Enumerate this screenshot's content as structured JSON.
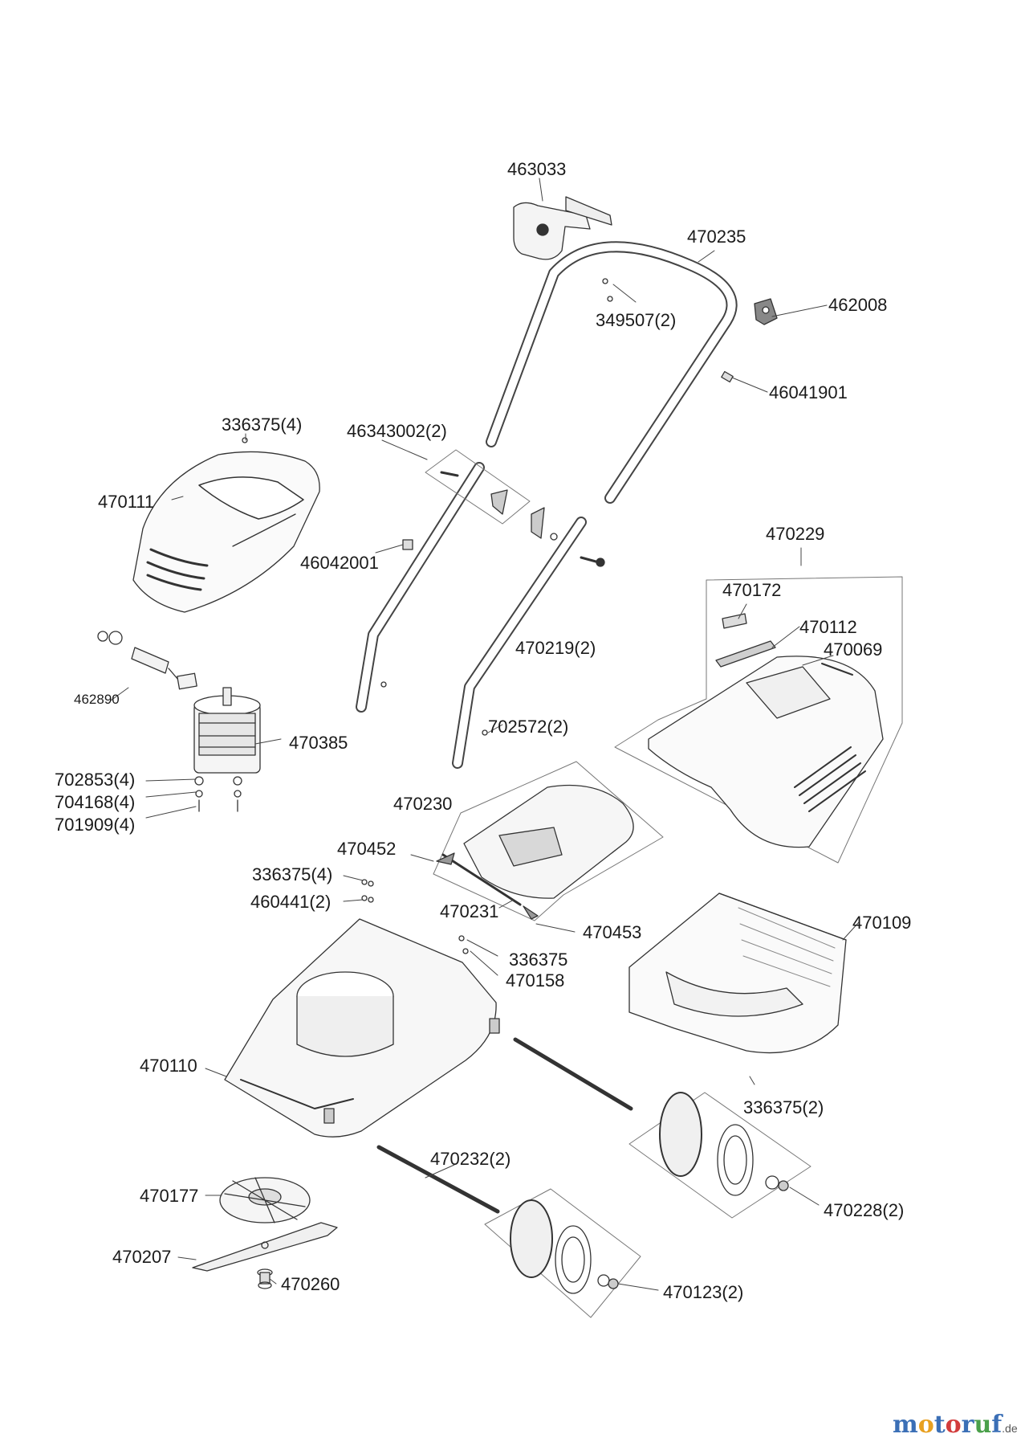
{
  "labels": {
    "l463033": "463033",
    "l470235": "470235",
    "l462008": "462008",
    "l349507": "349507(2)",
    "l46041901": "46041901",
    "l336375_4_top": "336375(4)",
    "l46343002": "46343002(2)",
    "l470111": "470111",
    "l46042001": "46042001",
    "l470229": "470229",
    "l470172": "470172",
    "l470112": "470112",
    "l470069": "470069",
    "l470219": "470219(2)",
    "l462890": "462890",
    "l470385": "470385",
    "l702572": "702572(2)",
    "l702853": "702853(4)",
    "l704168": "704168(4)",
    "l701909": "701909(4)",
    "l470230": "470230",
    "l470452": "470452",
    "l336375_4_mid": "336375(4)",
    "l460441": "460441(2)",
    "l470231": "470231",
    "l470453": "470453",
    "l470109": "470109",
    "l336375": "336375",
    "l470158": "470158",
    "l470110": "470110",
    "l336375_2": "336375(2)",
    "l470232": "470232(2)",
    "l470177": "470177",
    "l470228": "470228(2)",
    "l470207": "470207",
    "l470260": "470260",
    "l470123": "470123(2)"
  },
  "brand": {
    "name": "motoruf",
    "domain": ".de",
    "letters": [
      "m",
      "o",
      "t",
      "o",
      "r",
      "u",
      "f"
    ],
    "colors": [
      "#3b6fb6",
      "#e8a020",
      "#3b6fb6",
      "#d23c3c",
      "#3b6fb6",
      "#4aa04a",
      "#3b6fb6"
    ]
  }
}
